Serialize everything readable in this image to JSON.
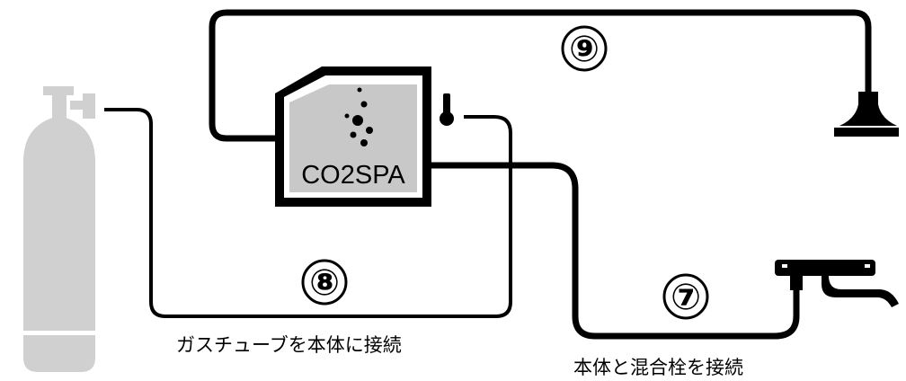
{
  "device": {
    "label": "CO2SPA"
  },
  "steps": [
    {
      "number": "⑨"
    },
    {
      "number": "⑧"
    },
    {
      "number": "⑦"
    }
  ],
  "captions": {
    "gas_tube": "ガスチューブを本体に接続",
    "mixing_valve": "本体と混合栓を接続"
  },
  "colors": {
    "line": "#000000",
    "gray": "#c8c8c8",
    "cylinder": "#d0d0d0"
  },
  "icons": [
    "co2-cylinder-icon",
    "thermometer-icon",
    "shower-head-icon",
    "faucet-icon",
    "bubbles-icon"
  ]
}
